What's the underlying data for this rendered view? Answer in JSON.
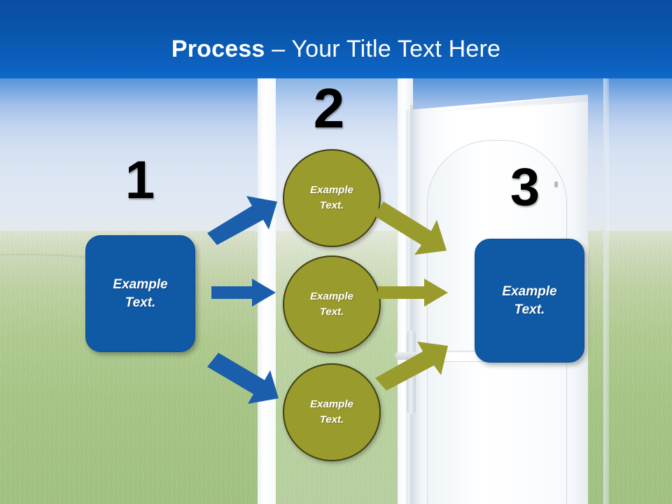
{
  "slide": {
    "title_bold": "Process",
    "title_rest": " – Your Title Text Here"
  },
  "steps": [
    {
      "number": "1",
      "shape": "rounded-rectangle",
      "label": "Example\nText.",
      "color": "#1059a4"
    },
    {
      "number": "2",
      "shape": "circle",
      "color": "#9a9b2d"
    },
    {
      "number": "3",
      "shape": "rounded-rectangle",
      "label": "Example\nText.",
      "color": "#1059a4"
    }
  ],
  "stage2_circles": [
    {
      "label": "Example\nText."
    },
    {
      "label": "Example\nText."
    },
    {
      "label": "Example\nText."
    }
  ],
  "arrows": {
    "blue": [
      {
        "name": "arrow-up-right",
        "color": "#1b5fac"
      },
      {
        "name": "arrow-right",
        "color": "#1b5fac"
      },
      {
        "name": "arrow-down-right",
        "color": "#1b5fac"
      }
    ],
    "olive": [
      {
        "name": "arrow-down-right",
        "color": "#9a9b2d"
      },
      {
        "name": "arrow-right",
        "color": "#9a9b2d"
      },
      {
        "name": "arrow-up-right",
        "color": "#9a9b2d"
      }
    ]
  },
  "colors": {
    "header_top": "#0a4ea3",
    "header_bottom": "#0f69cb",
    "accent_blue": "#1059a4",
    "accent_olive": "#9a9b2d",
    "olive_border": "#3f4012",
    "number_text": "#000000",
    "title_text": "#ffffff"
  },
  "background": {
    "scene": "open white door in a green field under blue sky"
  }
}
